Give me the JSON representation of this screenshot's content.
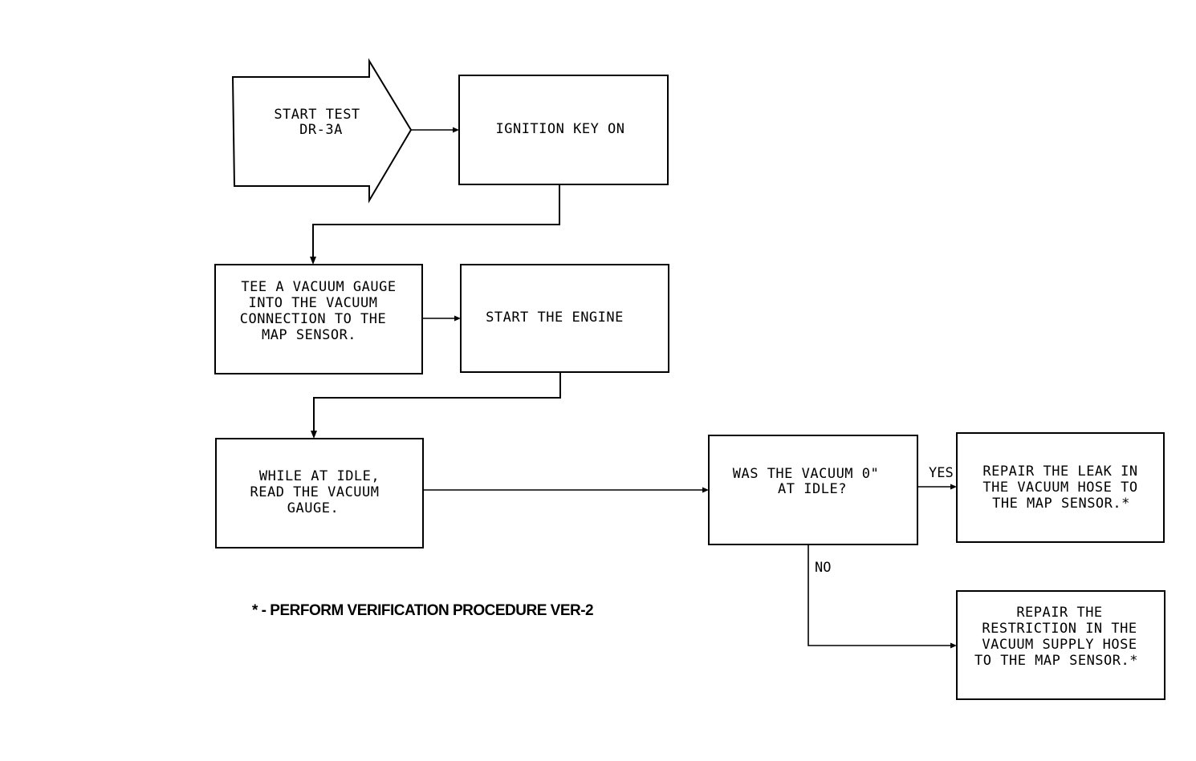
{
  "nodes": {
    "start": {
      "lines": [
        "START TEST",
        "DR-3A"
      ]
    },
    "ignition": {
      "lines": [
        "IGNITION KEY ON"
      ]
    },
    "tee_gauge": {
      "lines": [
        "TEE A VACUUM GAUGE",
        "INTO THE VACUUM",
        "CONNECTION TO THE",
        "MAP SENSOR."
      ]
    },
    "start_engine": {
      "lines": [
        "START THE ENGINE"
      ]
    },
    "read_gauge": {
      "lines": [
        "WHILE AT IDLE,",
        "READ THE VACUUM",
        "GAUGE."
      ]
    },
    "decision": {
      "lines": [
        "WAS THE VACUUM 0\"",
        "AT IDLE?"
      ]
    },
    "repair_leak": {
      "lines": [
        "REPAIR THE LEAK IN",
        "THE VACUUM HOSE TO",
        "THE MAP SENSOR.*"
      ]
    },
    "repair_restriction": {
      "lines": [
        "REPAIR THE",
        "RESTRICTION IN THE",
        "VACUUM SUPPLY HOSE",
        "TO THE MAP SENSOR.*"
      ]
    }
  },
  "edge_labels": {
    "yes": "YES",
    "no": "NO"
  },
  "footnote": "* - PERFORM VERIFICATION PROCEDURE VER-2"
}
